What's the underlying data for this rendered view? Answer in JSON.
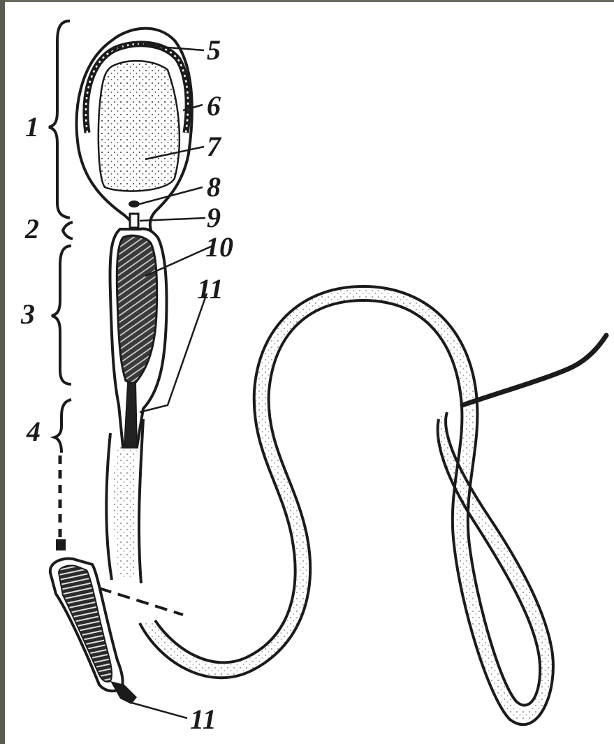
{
  "diagram": {
    "region_labels": [
      "1",
      "2",
      "3",
      "4"
    ],
    "part_labels": [
      "5",
      "6",
      "7",
      "8",
      "9",
      "10",
      "11",
      "11"
    ]
  },
  "colors": {
    "ink": "#1b1b1b",
    "frame": "#5b5b52",
    "background": "#ffffff"
  }
}
